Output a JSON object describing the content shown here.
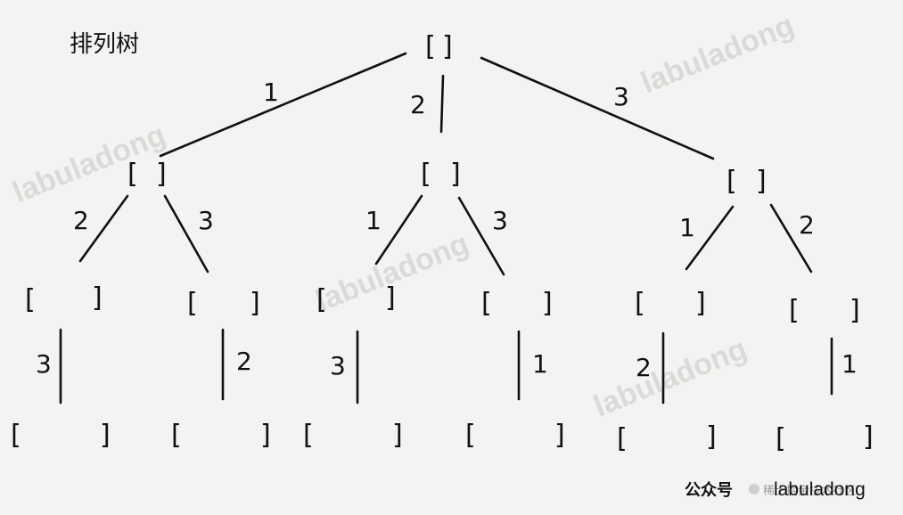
{
  "title": "排列树",
  "brackets": {
    "open": "[",
    "close": "]"
  },
  "edge_labels": {
    "root_to_a": "1",
    "root_to_b": "2",
    "root_to_c": "3",
    "a_to_a1": "2",
    "a_to_a2": "3",
    "b_to_b1": "1",
    "b_to_b2": "3",
    "c_to_c1": "1",
    "c_to_c2": "2",
    "a1_to_leaf": "3",
    "a2_to_leaf": "2",
    "b1_to_leaf": "3",
    "b2_to_leaf": "1",
    "c1_to_leaf": "2",
    "c2_to_leaf": "1"
  },
  "watermark": "labuladong",
  "footer": {
    "mark": "公众号",
    "brand": "labuladong",
    "sub": "稀土掘金技术社区"
  }
}
